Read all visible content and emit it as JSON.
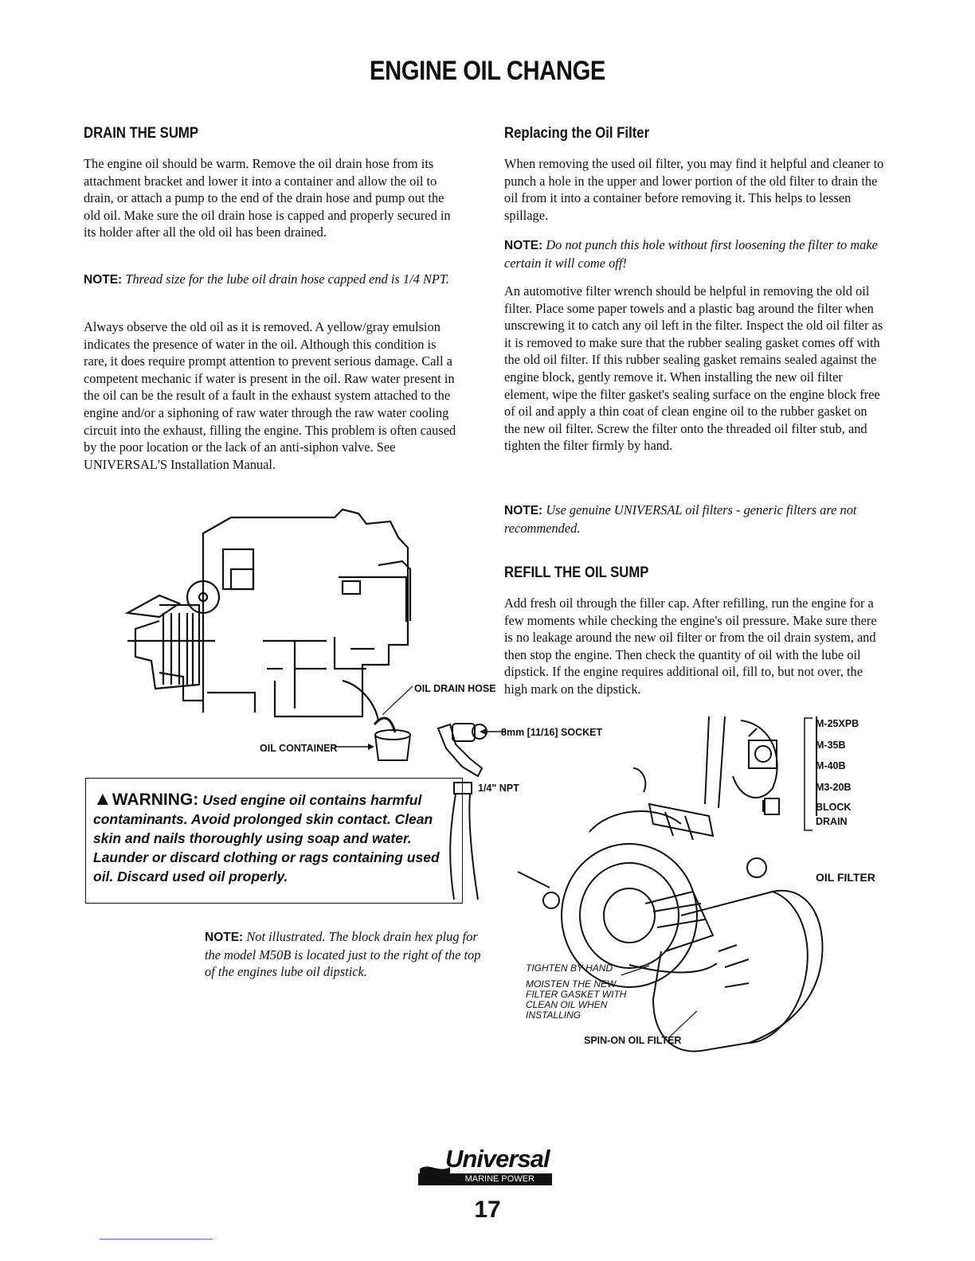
{
  "page": {
    "title": "ENGINE OIL CHANGE",
    "page_number": "17"
  },
  "drain": {
    "heading": "DRAIN THE SUMP",
    "para1": "The engine oil should be warm. Remove the oil drain hose from its attachment bracket and lower it into a container and allow the oil to drain, or attach a pump to the end of the drain hose and pump out the old oil. Make sure the oil drain hose is capped and properly secured in its holder after all the old oil has been drained.",
    "note_label": "NOTE:",
    "note_text": "Thread size for the lube oil drain hose capped end is 1/4 NPT.",
    "para2": "Always observe the old oil as it is removed. A yellow/gray emulsion indicates the presence of water in the oil. Although this condition is rare, it does require prompt attention to prevent serious damage. Call a competent mechanic if water is present in the oil. Raw water present in the oil can be the result of a fault in the exhaust system attached to the engine and/or a siphoning of raw water through the raw water cooling circuit into the exhaust, filling the engine. This problem is often caused by the poor location or the lack of an anti-siphon valve. See UNIVERSAL'S Installation Manual."
  },
  "filter": {
    "heading": "Replacing the Oil Filter",
    "para1": "When removing the used oil filter, you may find it helpful and cleaner to punch a hole in the upper and lower portion of the old filter to drain the oil from it into a container before removing it. This helps to lessen spillage.",
    "note1_label": "NOTE:",
    "note1_text": "Do not punch this hole without first loosening the filter to make certain it will come off!",
    "para2": "An automotive filter wrench should be helpful in removing the old oil filter. Place some paper towels and a plastic bag around the filter when unscrewing it to catch any oil left in the filter. Inspect the old oil filter as it is removed to make sure that the rubber sealing gasket comes off with the old oil filter. If this rubber sealing gasket remains sealed against the engine block, gently remove it. When installing the new oil filter element, wipe the filter gasket's sealing surface on the engine block free of oil and apply a thin coat of clean engine oil to the rubber gasket on the new oil filter. Screw the filter onto the threaded oil filter stub, and tighten the filter firmly by hand.",
    "note2_label": "NOTE:",
    "note2_text": "Use genuine UNIVERSAL oil filters - generic filters are not recommended."
  },
  "refill": {
    "heading": "REFILL THE OIL SUMP",
    "para": "Add fresh oil through the filler cap. After refilling, run the engine for a few moments while checking the engine's oil pressure. Make sure there is no leakage around the new oil filter or from the oil drain system, and then stop the engine. Then check the quantity of oil with the lube oil dipstick. If the engine requires additional oil, fill to, but not over, the high mark on the dipstick."
  },
  "warning": {
    "label": "WARNING:",
    "text": "Used engine oil contains harmful contaminants. Avoid prolonged skin contact. Clean skin and nails thoroughly using soap and water. Launder or discard clothing or rags containing used oil. Discard used oil properly."
  },
  "bottom_note": {
    "label": "NOTE:",
    "text": "Not illustrated. The block drain hex plug for the model M50B is located just to the right of the top of the engines lube oil dipstick."
  },
  "diagram_labels": {
    "oil_drain_hose": "OIL DRAIN HOSE",
    "oil_container": "OIL CONTAINER",
    "socket": "8mm [11/16] SOCKET",
    "npt": "1/4\" NPT",
    "models": [
      "M-25XPB",
      "M-35B",
      "M-40B",
      "M3-20B"
    ],
    "block_drain_1": "BLOCK",
    "block_drain_2": "DRAIN",
    "oil_filter": "OIL FILTER",
    "tighten": "TIGHTEN BY HAND",
    "moisten": "MOISTEN THE NEW FILTER GASKET WITH CLEAN OIL WHEN INSTALLING",
    "spin_on": "SPIN-ON OIL FILTER"
  },
  "logo": {
    "brand": "Universal",
    "sub": "MARINE POWER"
  }
}
